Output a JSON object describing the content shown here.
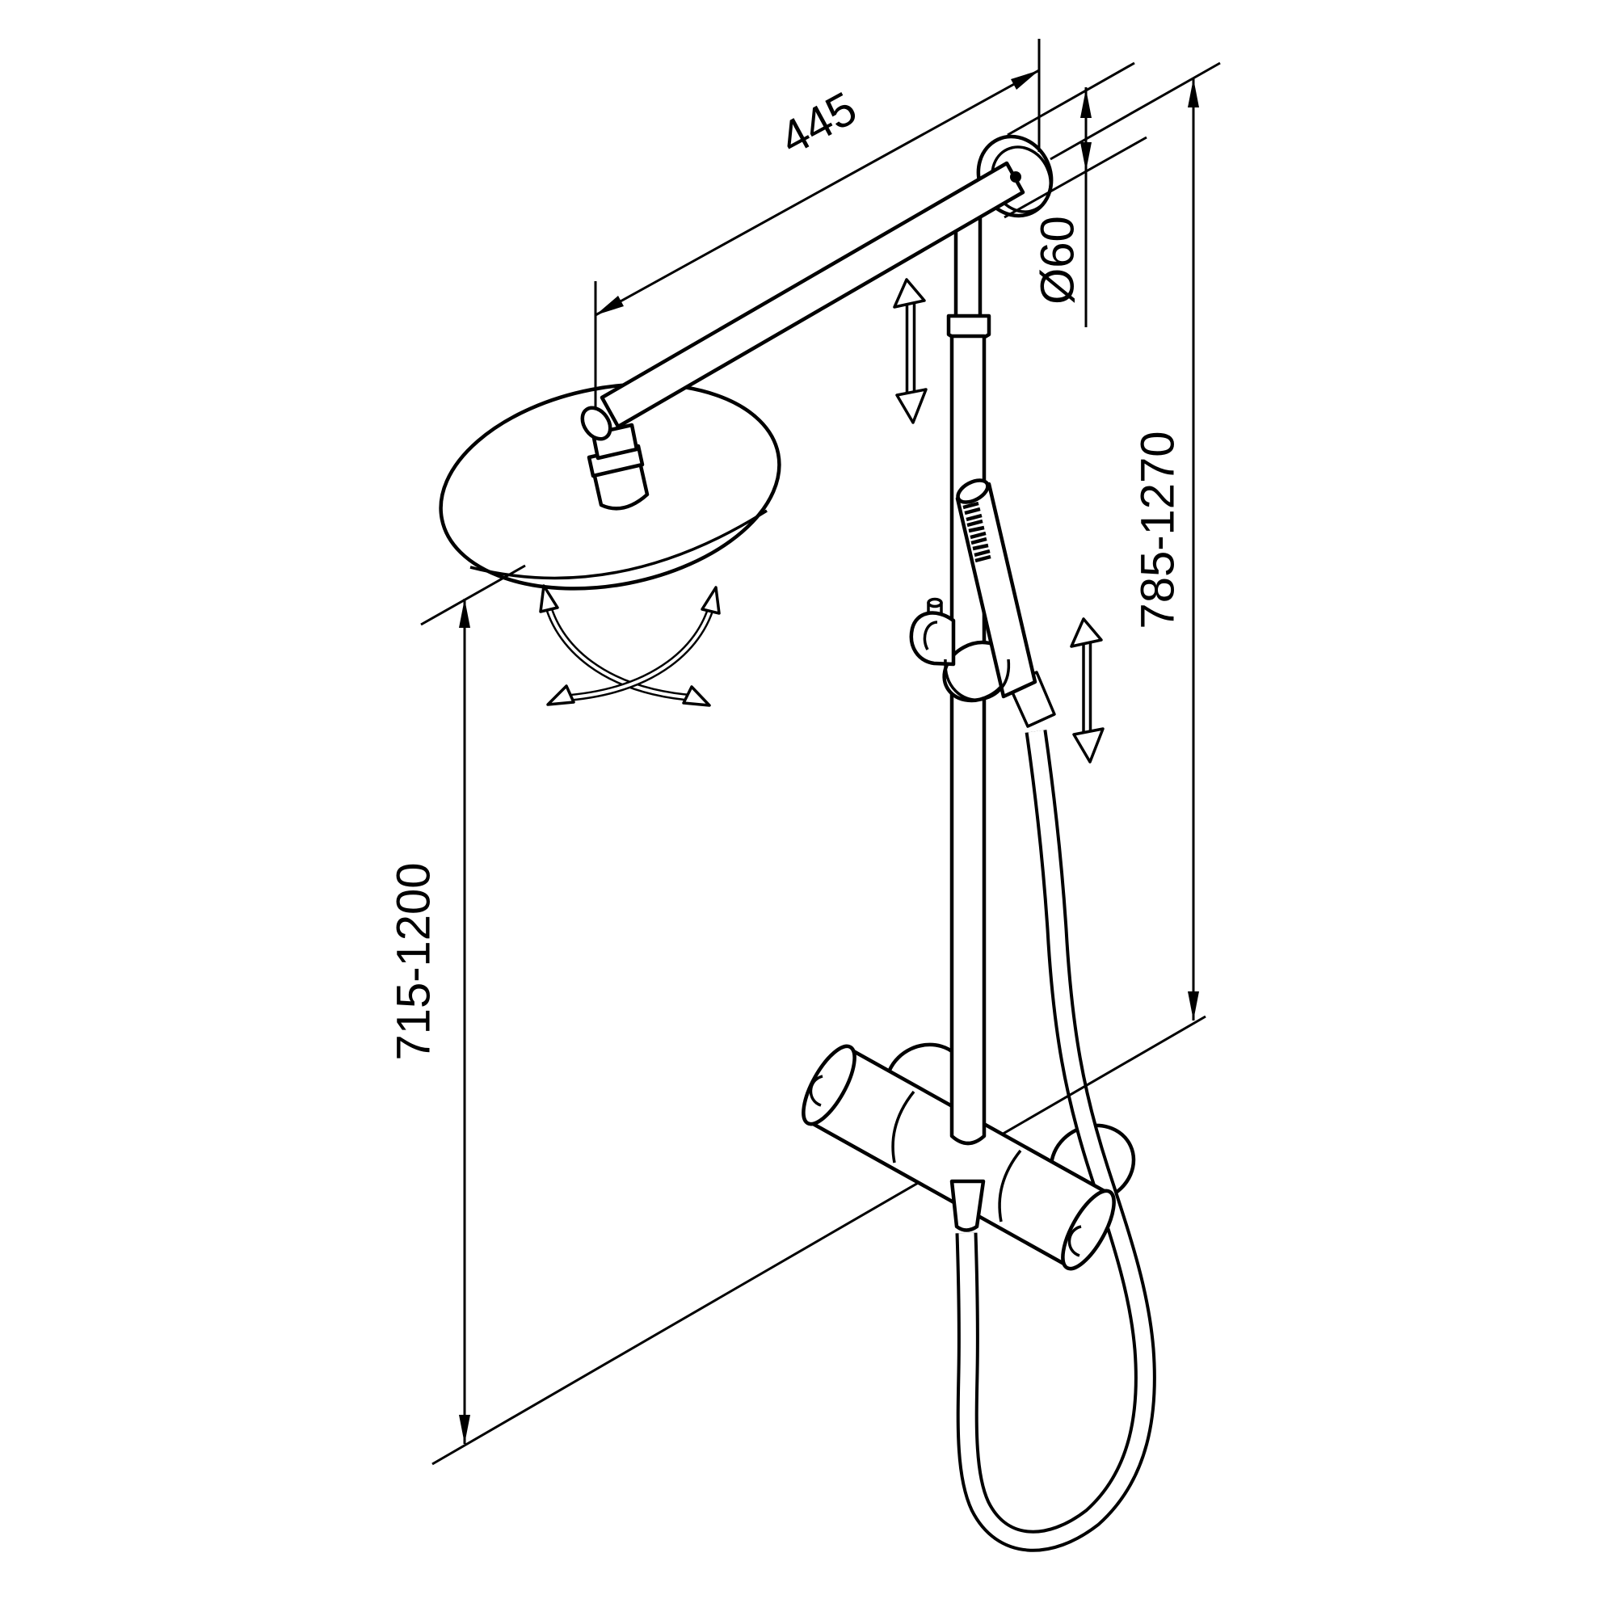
{
  "diagram": {
    "type": "technical-dimension-drawing",
    "subject": "shower-column-with-rain-head-hand-shower-and-thermostatic-mixer",
    "background_color": "#ffffff",
    "line_color": "#000000",
    "dimensions": {
      "arm_length": "445",
      "flange_diameter": "Ø60",
      "riser_height_range": "785-1270",
      "head_height_range": "715-1200"
    }
  }
}
